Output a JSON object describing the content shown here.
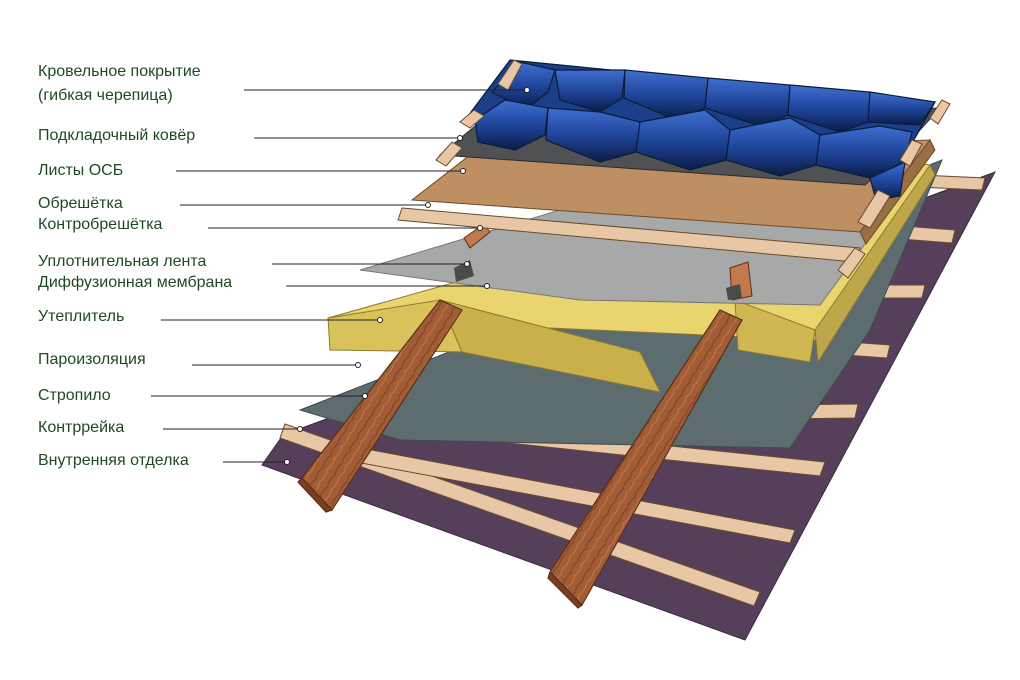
{
  "labels": {
    "roofing_line1": "Кровельное покрытие",
    "roofing_line2": "(гибкая черепица)",
    "underlay": "Подкладочный ковёр",
    "osb": "Листы ОСБ",
    "battens": "Обрешётка",
    "counter_battens": "Контробрешётка",
    "sealing_tape": "Уплотнительная лента",
    "diffusion_membrane": "Диффузионная мембрана",
    "insulation": "Утеплитель",
    "vapor_barrier": "Пароизоляция",
    "rafter": "Стропило",
    "counter_rail": "Контррейка",
    "interior_finish": "Внутренняя отделка"
  },
  "colors": {
    "label_text": "#1e4a22",
    "leader_line": "#222222",
    "interior_finish": "#553f5b",
    "vapor_barrier": "#5d6c6f",
    "insulation": "#e9d46d",
    "membrane": "#a7a9a9",
    "osb": "#bd8f63",
    "underlay": "#4f5152",
    "shingles": "#1b3f88",
    "wood": "#9f5a34",
    "batten": "#e7c7a5"
  }
}
